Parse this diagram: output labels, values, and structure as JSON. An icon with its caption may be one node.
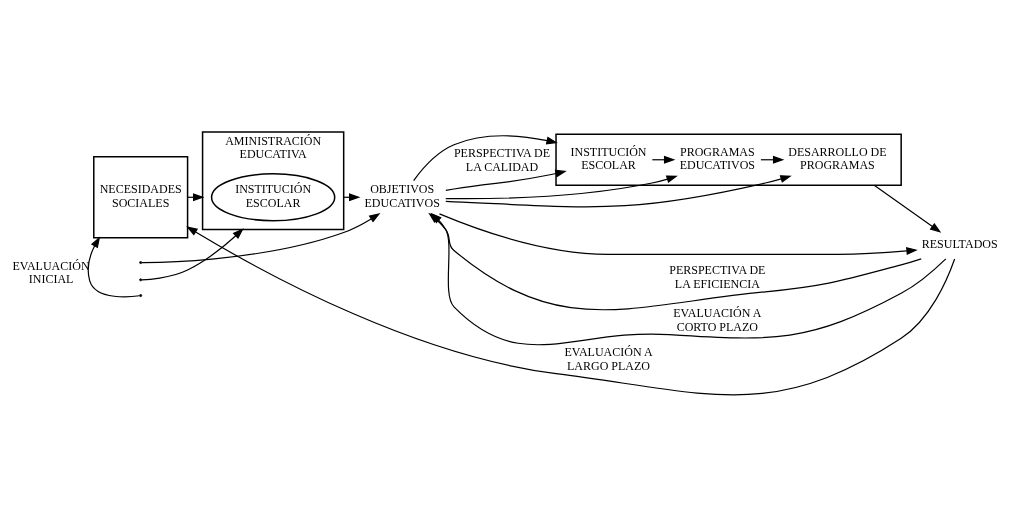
{
  "diagram": {
    "nodes": [
      {
        "text": [
          "NECESIDADES SOCIALES"
        ]
      },
      {
        "text": [
          "AMINISTRACIÓN EDUCATIVA"
        ]
      },
      {
        "text": [
          "INSTITUCIÓN ESCOLAR"
        ],
        "in": 1
      },
      {
        "text": [
          "OBJETIVOS EDUCATIVOS"
        ]
      },
      {
        "text": [],
        "shape": "box"
      },
      {
        "text": [
          "INSTITUCIÓN ESCOLAR"
        ],
        "in": 4
      },
      {
        "text": [
          "PROGRAMAS EDUCATIVOS"
        ],
        "in": 4
      },
      {
        "text": [
          "DESARROLLO DE PROGRAMAS"
        ],
        "in": 4
      },
      {
        "text": [
          "RESULTADOS"
        ]
      }
    ],
    "edges": [
      {
        "from": 0,
        "to": 1,
        "arrow": "to"
      },
      {
        "from": 1,
        "to": 3,
        "arrow": "to"
      },
      {
        "from": 3,
        "to": 4,
        "arrow": "to"
      },
      {
        "from": 5,
        "to": 6,
        "arrow": "to"
      },
      {
        "from": 6,
        "to": 7,
        "arrow": "to"
      },
      {
        "from": 4,
        "to": 8,
        "arrow": "to"
      },
      {
        "from": 8,
        "to": 0,
        "arrow": "to",
        "label": "EVALUACIÓN A LARGO PLAZO"
      },
      {
        "from": 3,
        "to": 5,
        "arrow": "to",
        "label": "PERSPECTIVA DE LA CALIDAD"
      },
      {
        "from": 3,
        "to": 6,
        "arrow": "to"
      },
      {
        "from": 3,
        "to": 7,
        "arrow": "to"
      },
      {
        "from": 3,
        "to": 8,
        "arrow": "to"
      },
      {
        "from": 8,
        "to": 3,
        "arrow": "to",
        "label": "PERSPECTIVA DE LA EFICIENCIA"
      },
      {
        "from": null,
        "to": 0,
        "arrow": "to",
        "label": "EVALUACIÓN INICIAL"
      },
      {
        "from": null,
        "to": 1,
        "arrow": "to"
      },
      {
        "from": null,
        "to": 3,
        "arrow": "to"
      },
      {
        "from": 8,
        "to": 3,
        "arrow": "to",
        "label": "EVALUACIÓN A CORTO PLAZO"
      }
    ]
  }
}
